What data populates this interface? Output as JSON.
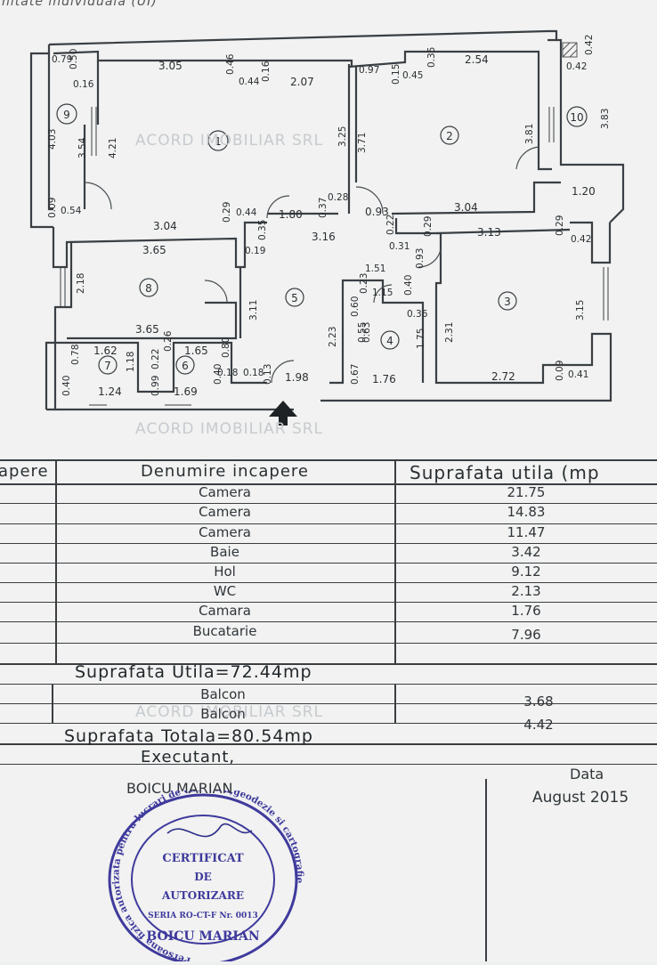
{
  "header": {
    "text": "nitate individuala (UI)"
  },
  "watermark": "ACORD IMOBILIAR SRL",
  "entrance_arrow": "up-arrow-icon",
  "plan": {
    "room_numbers": [
      "1",
      "2",
      "3",
      "4",
      "5",
      "6",
      "7",
      "8",
      "9",
      "10"
    ],
    "dimensions": [
      "0.79",
      "0.50",
      "3.05",
      "0.46",
      "0.44",
      "0.16",
      "2.07",
      "0.97",
      "0.15",
      "0.45",
      "0.35",
      "2.54",
      "0.42",
      "0.42",
      "0.16",
      "4.03",
      "3.54",
      "4.21",
      "3.25",
      "3.71",
      "3.81",
      "3.83",
      "0.09",
      "0.54",
      "0.28",
      "0.37",
      "0.93",
      "3.04",
      "1.20",
      "3.04",
      "0.29",
      "0.44",
      "1.80",
      "0.35",
      "3.16",
      "0.22",
      "0.31",
      "0.29",
      "3.13",
      "0.29",
      "0.42",
      "3.65",
      "0.19",
      "0.93",
      "1.51",
      "2.18",
      "3.11",
      "0.23",
      "1.15",
      "0.40",
      "0.60",
      "0.36",
      "3.15",
      "2.23",
      "0.55",
      "0.63",
      "1.75",
      "2.31",
      "3.65",
      "1.62",
      "1.65",
      "0.26",
      "0.80",
      "0.78",
      "1.18",
      "0.22",
      "0.99",
      "0.40",
      "0.18",
      "0.18",
      "0.13",
      "0.67",
      "1.76",
      "2.72",
      "0.09",
      "0.41",
      "0.40",
      "1.24",
      "1.69",
      "1.98"
    ]
  },
  "table": {
    "headers": {
      "col1": "apere",
      "col2": "Denumire incapere",
      "col3": "Suprafata utila (mp"
    },
    "rows": [
      {
        "name": "Camera",
        "area": "21.75"
      },
      {
        "name": "Camera",
        "area": "14.83"
      },
      {
        "name": "Camera",
        "area": "11.47"
      },
      {
        "name": "Baie",
        "area": "3.42"
      },
      {
        "name": "Hol",
        "area": "9.12"
      },
      {
        "name": "WC",
        "area": "2.13"
      },
      {
        "name": "Camara",
        "area": "1.76"
      },
      {
        "name": "Bucatarie",
        "area": "7.96"
      }
    ],
    "useful_total": "Suprafata Utila=72.44mp",
    "balconies": [
      {
        "name": "Balcon",
        "area": "3.68"
      },
      {
        "name": "Balcon",
        "area": "4.42"
      }
    ],
    "grand_total": "Suprafata Totala=80.54mp"
  },
  "footer": {
    "executant_label": "Executant,",
    "executant_name": "BOICU MARIAN",
    "date_label": "Data",
    "date_value": "August 2015"
  },
  "stamp": {
    "line1": "CERTIFICAT",
    "line2": "DE",
    "line3": "AUTORIZARE",
    "line4": "SERIA RO-CT-F Nr. 0013",
    "line5": "BOICU MARIAN",
    "ring_text": "Persoana fizica autorizata pentru lucrari de cadastru,geodezie si cartografie"
  }
}
